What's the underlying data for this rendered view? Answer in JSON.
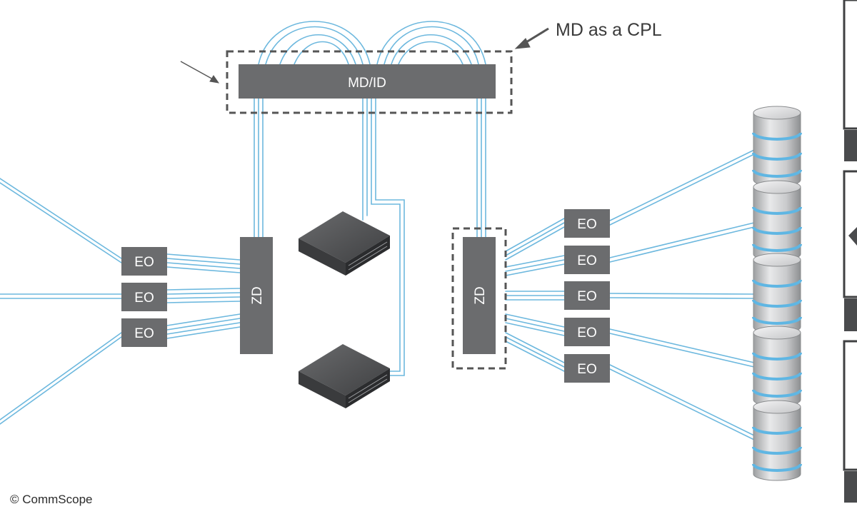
{
  "diagram": {
    "md_id_label": "MD/ID",
    "callout_label": "MD as a CPL",
    "zd_label": "ZD",
    "eo_label": "EO",
    "copyright": "© CommScope",
    "colors": {
      "fiber": "#6db8de",
      "box": "#6b6c6e",
      "dashed": "#555555",
      "storage_band": "#5fb6e3"
    }
  }
}
